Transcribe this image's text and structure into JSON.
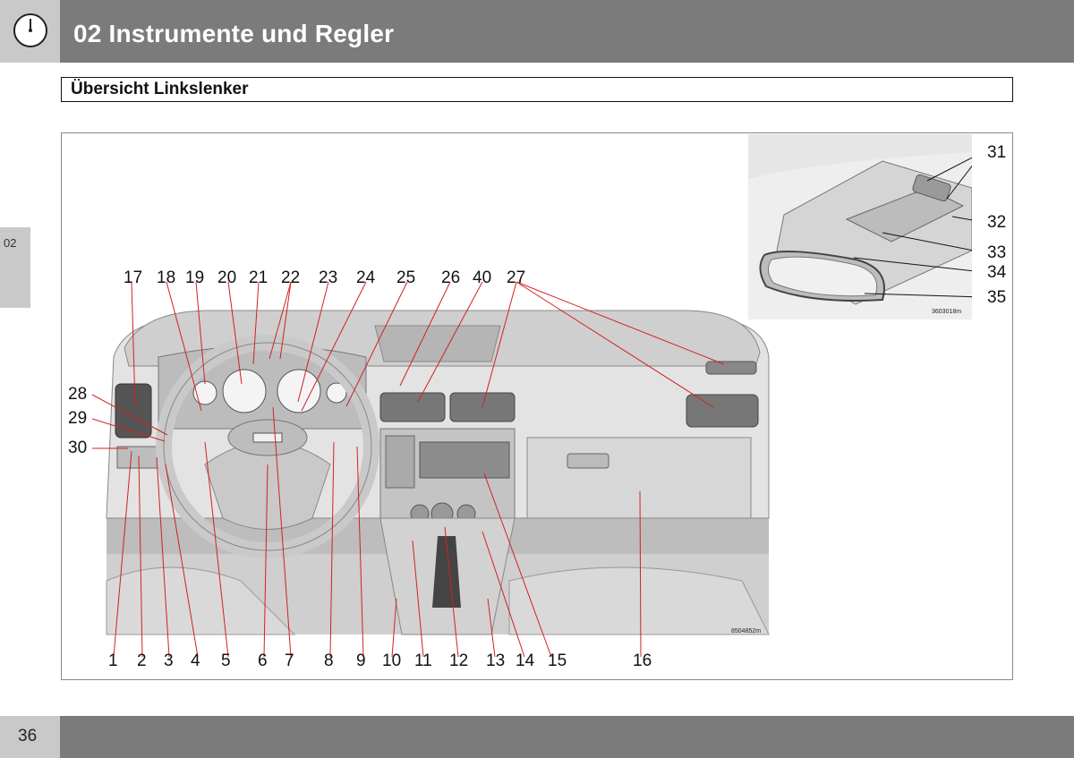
{
  "header": {
    "title": "02 Instrumente und Regler",
    "icon": "gauge-icon"
  },
  "section": {
    "title": "Übersicht Linkslenker"
  },
  "side_tab": {
    "label": "02"
  },
  "figure": {
    "main_image_code": "8504852m",
    "inset_image_code": "3603018m",
    "top_callouts": [
      "17",
      "18",
      "19",
      "20",
      "21",
      "22",
      "23",
      "24",
      "25",
      "26",
      "40",
      "27"
    ],
    "left_callouts": [
      "28",
      "29",
      "30"
    ],
    "bottom_callouts": [
      "1",
      "2",
      "3",
      "4",
      "5",
      "6",
      "7",
      "8",
      "9",
      "10",
      "11",
      "12",
      "13",
      "14",
      "15",
      "16"
    ],
    "inset_callouts": [
      "31",
      "32",
      "33",
      "34",
      "35"
    ]
  },
  "footer": {
    "page_number": "36"
  },
  "colors": {
    "header_bar": "#7b7b7b",
    "header_icon_box": "#c9c9c9",
    "callout_line": "#d42020"
  }
}
